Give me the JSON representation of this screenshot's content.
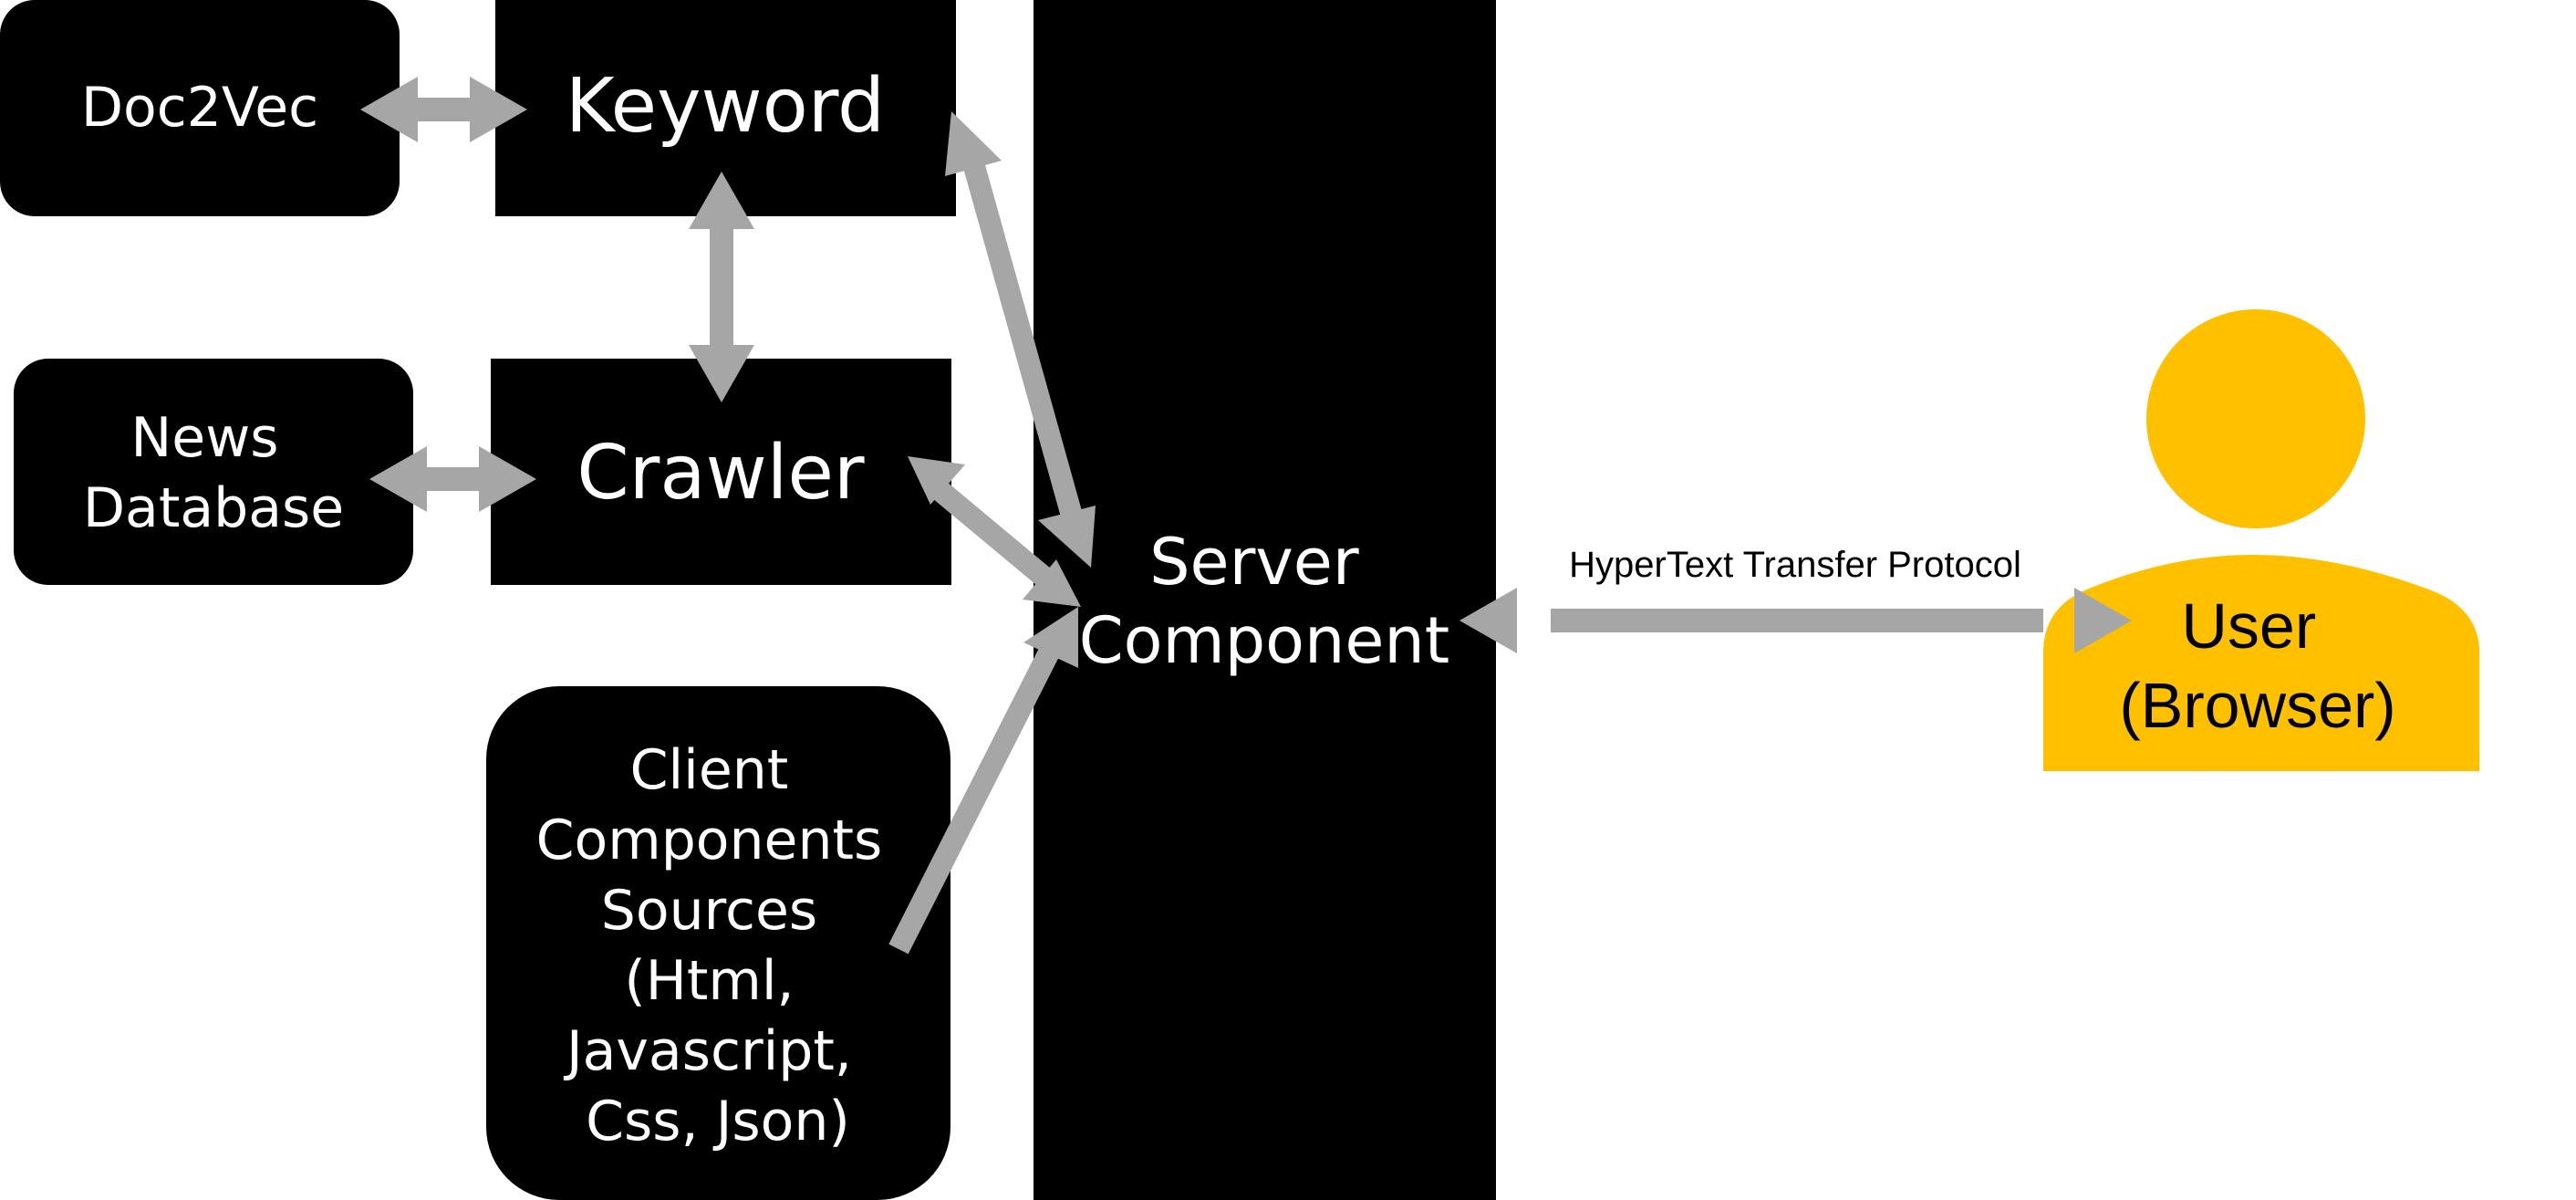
{
  "colors": {
    "box": "#000000",
    "box_text": "#ffffff",
    "arrow": "#a6a6a6",
    "user": "#ffc000",
    "user_text": "#000000"
  },
  "nodes": {
    "doc2vec": {
      "label": "Doc2Vec"
    },
    "keyword": {
      "label": "Keyword"
    },
    "news_database": {
      "lines": [
        "News",
        "Database"
      ]
    },
    "crawler": {
      "label": "Crawler"
    },
    "client_components": {
      "lines": [
        "Client",
        "Components",
        "Sources",
        "(Html,",
        "Javascript,",
        "Css, Json)"
      ]
    },
    "server_component": {
      "lines": [
        "Server",
        "Component"
      ]
    },
    "user": {
      "lines": [
        "User",
        "(Browser)"
      ],
      "icon": "person-icon"
    }
  },
  "edges": {
    "http": {
      "label": "HyperText Transfer Protocol"
    }
  }
}
